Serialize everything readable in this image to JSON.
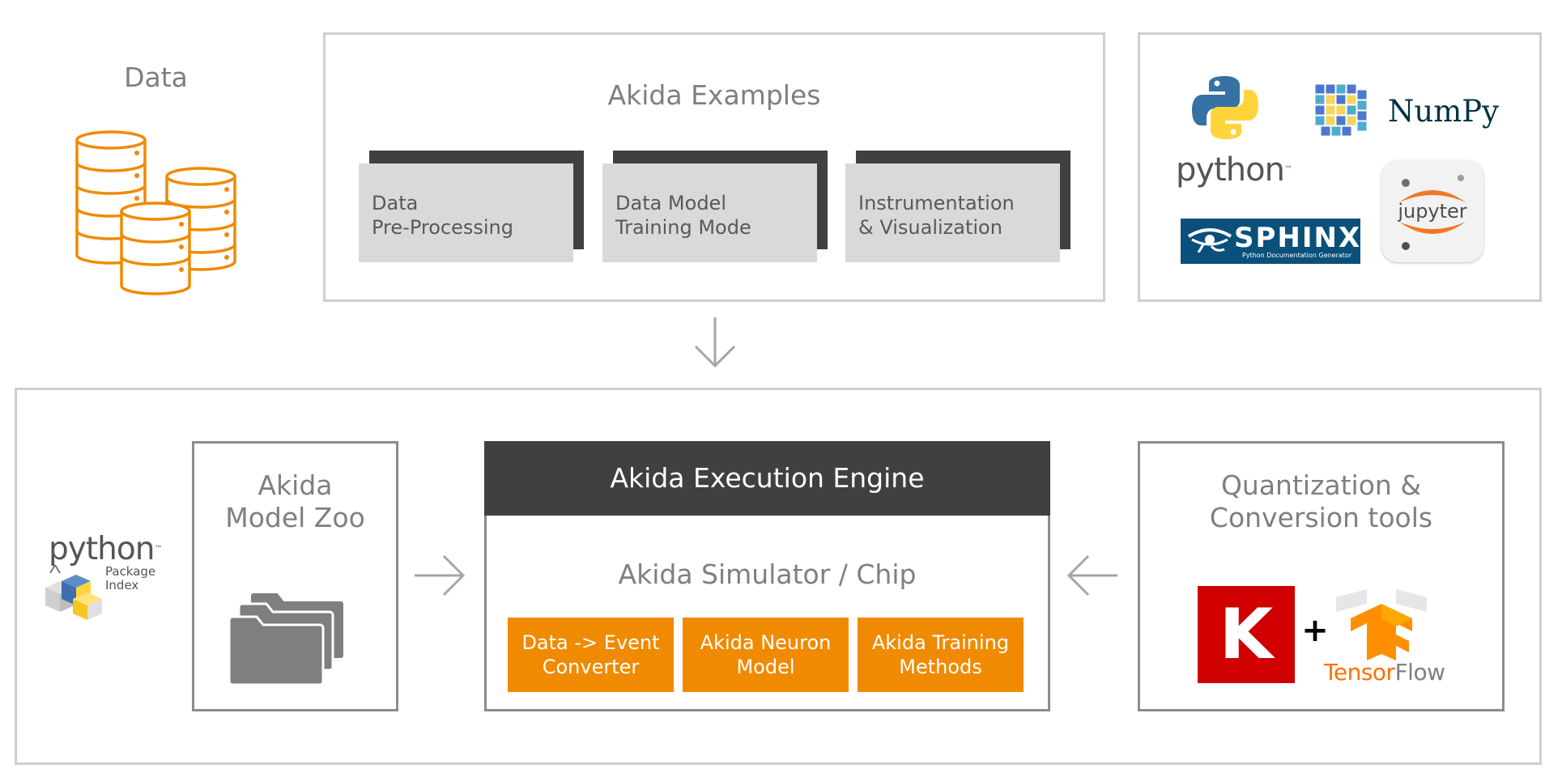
{
  "data_block": {
    "title": "Data"
  },
  "examples": {
    "title": "Akida Examples",
    "steps": [
      {
        "line1": "Data",
        "line2": "Pre-Processing"
      },
      {
        "line1": "Data Model",
        "line2": "Training Mode"
      },
      {
        "line1": "Instrumentation",
        "line2": "& Visualization"
      }
    ]
  },
  "tools": {
    "python_label": "python",
    "numpy_label": "NumPy",
    "sphinx_label": "SPHINX",
    "sphinx_sub": "Python Documentation Generator",
    "jupyter_label": "jupyter",
    "tm": "™"
  },
  "pypi": {
    "python_label": "python",
    "package_label": "Package",
    "index_label": "Index",
    "tm": "™"
  },
  "model_zoo": {
    "line1": "Akida",
    "line2": "Model Zoo"
  },
  "engine": {
    "header": "Akida Execution Engine",
    "subtitle": "Akida Simulator / Chip",
    "modules": [
      {
        "line1": "Data -> Event",
        "line2": "Converter"
      },
      {
        "line1": "Akida Neuron",
        "line2": "Model"
      },
      {
        "line1": "Akida Training",
        "line2": "Methods"
      }
    ]
  },
  "quant": {
    "line1": "Quantization &",
    "line2": "Conversion tools",
    "keras_letter": "K",
    "plus": "+",
    "tensorflow_label": "TensorFlow",
    "tensorflow_tensor": "Tensor",
    "tensorflow_flow": "Flow"
  },
  "colors": {
    "orange": "#f08a00",
    "dark": "#404040",
    "light_gray": "#d9d9d9",
    "keras_red": "#d00000"
  }
}
